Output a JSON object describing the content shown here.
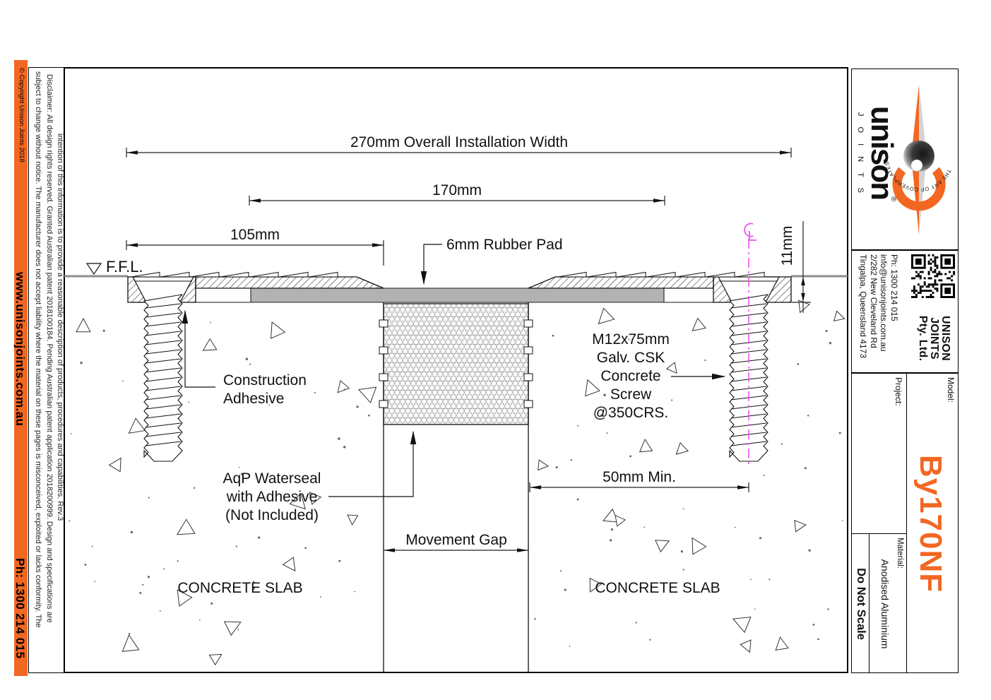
{
  "colors": {
    "accent": "#f26722",
    "centerline": "#ee55ee",
    "pad_gray": "#b2b2b2",
    "ffl_gray": "#8c8c8c"
  },
  "sidebar": {
    "copyright": "© Copyright Unison Joints 2018",
    "website": "www.unisonjoints.com.au",
    "phone": "Ph: 1300 214 015"
  },
  "disclaimer": {
    "line1": "Disclaimer: All design rights reserved. Granted Australian patent 2018100184. Pending Australian patent application 2018200999. Design and specifications are",
    "line2": "subject to change without notice. The manufacturer does not accept liability where the material on these pages is misconceived, exploited or lacks conformity. The",
    "line3": "intention of this information is to provide a reasonable description of products, procedures and capabilities. Rev.3"
  },
  "drawing": {
    "ffl": "F.F.L.",
    "dim_overall": "270mm Overall Installation Width",
    "dim_pad_width": "170mm",
    "dim_cover_width": "105mm",
    "dim_height": "11mm",
    "dim_edge_distance": "50mm Min.",
    "movement_gap": "Movement Gap",
    "rubber_pad": "6mm Rubber Pad",
    "construction_adhesive_1": "Construction",
    "construction_adhesive_2": "Adhesive",
    "aqp_1": "AqP Waterseal",
    "aqp_2": "with Adhesive",
    "aqp_3": "(Not Included)",
    "screw_1": "M12x75mm",
    "screw_2": "Galv. CSK",
    "screw_3": "Concrete",
    "screw_4": "Screw",
    "screw_5": "@350CRS.",
    "slab_left": "CONCRETE SLAB",
    "slab_right": "CONCRETE SLAB"
  },
  "title_block": {
    "logo": {
      "wordmark": "unison",
      "registered": "®",
      "joints": "J O I N T S",
      "tagline": "THE ART OF COVERPLATES"
    },
    "company": {
      "name_1": "UNISON",
      "name_2": "JOINTS",
      "name_3": "Pty. Ltd.",
      "phone": "Ph: 1300 214 015",
      "email": "info@unisonjoints.com.au",
      "address_1": "2/282 New Cleveland Rd",
      "address_2": "Tingalpa, Queensland 4173"
    },
    "model_label": "Model:",
    "model_value": "By170NF",
    "project_label": "Project:",
    "material_label": "Material:",
    "material_value": "Anodised Aluminium",
    "do_not_scale": "Do Not Scale"
  }
}
